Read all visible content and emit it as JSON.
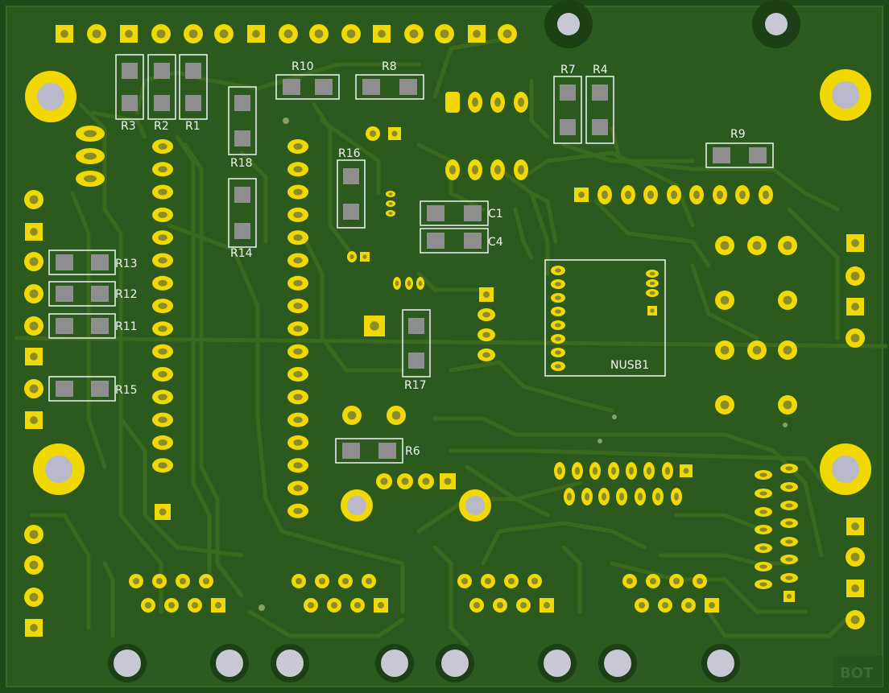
{
  "board": {
    "layer_label": "BOT",
    "colors": {
      "substrate": "#1f4a18",
      "copper_pour": "#2c5a1e",
      "trace": "#3b6a1f",
      "pad": "#f0d800",
      "smd_pad": "#8e8e8e",
      "silkscreen": "#f2f2f2"
    }
  },
  "components": {
    "R1": "R1",
    "R2": "R2",
    "R3": "R3",
    "R4": "R4",
    "R6": "R6",
    "R7": "R7",
    "R8": "R8",
    "R9": "R9",
    "R10": "R10",
    "R11": "R11",
    "R12": "R12",
    "R13": "R13",
    "R14": "R14",
    "R15": "R15",
    "R16": "R16",
    "R17": "R17",
    "R18": "R18",
    "C1": "C1",
    "C4": "C4",
    "NUSB1": "NUSB1"
  }
}
